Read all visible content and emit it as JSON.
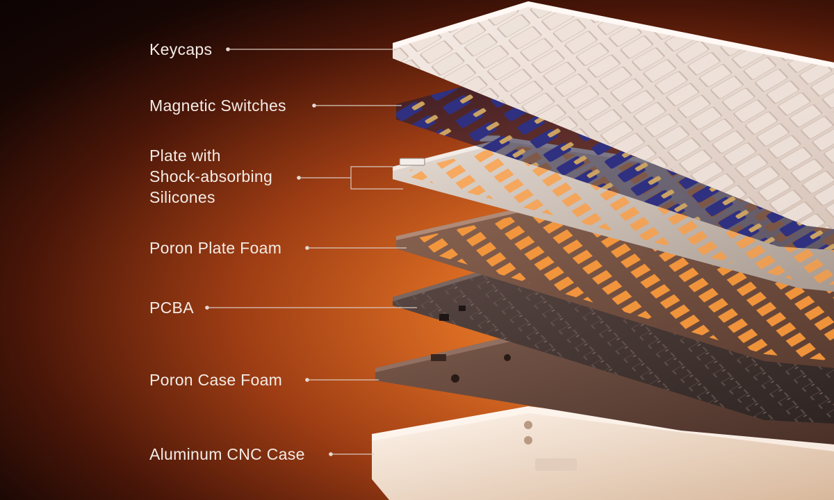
{
  "labels": {
    "keycaps": "Keycaps",
    "switches": "Magnetic Switches",
    "plate_line1": "Plate with",
    "plate_line2": "Shock-absorbing",
    "plate_line3": "Silicones",
    "plate_foam": "Poron Plate Foam",
    "pcba": "PCBA",
    "case_foam": "Poron Case Foam",
    "case": "Aluminum CNC Case"
  },
  "colors": {
    "label_text": "#f4ece6",
    "leader_line": "#d9c9c0",
    "keycap": "#f1e6de",
    "switch_housing": "#3a3a8a",
    "switch_stem": "#c9a15a",
    "plate": "#d8cfc8",
    "foam": "#7a5848",
    "glow": "#ffb060",
    "pcb": "#4a3a36",
    "case": "#f6ece2"
  }
}
